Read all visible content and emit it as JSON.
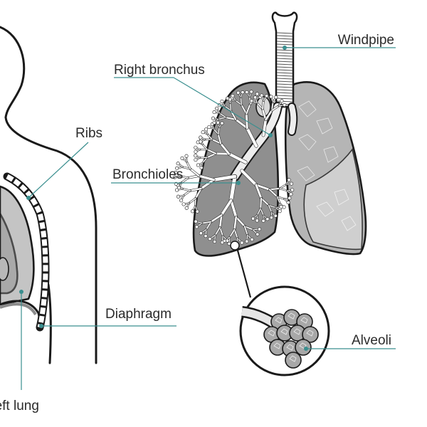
{
  "colors": {
    "leader": "#3a8f8f",
    "lung_fill": "#9a9a9a",
    "lung_fill_light": "#cfcfcf",
    "outline": "#1a1a1a"
  },
  "labels": {
    "windpipe": "Windpipe",
    "right_bronchus": "Right bronchus",
    "ribs": "Ribs",
    "bronchioles": "Bronchioles",
    "diaphragm": "Diaphragm",
    "alveoli": "Alveoli",
    "left_lung": "Left lung"
  }
}
